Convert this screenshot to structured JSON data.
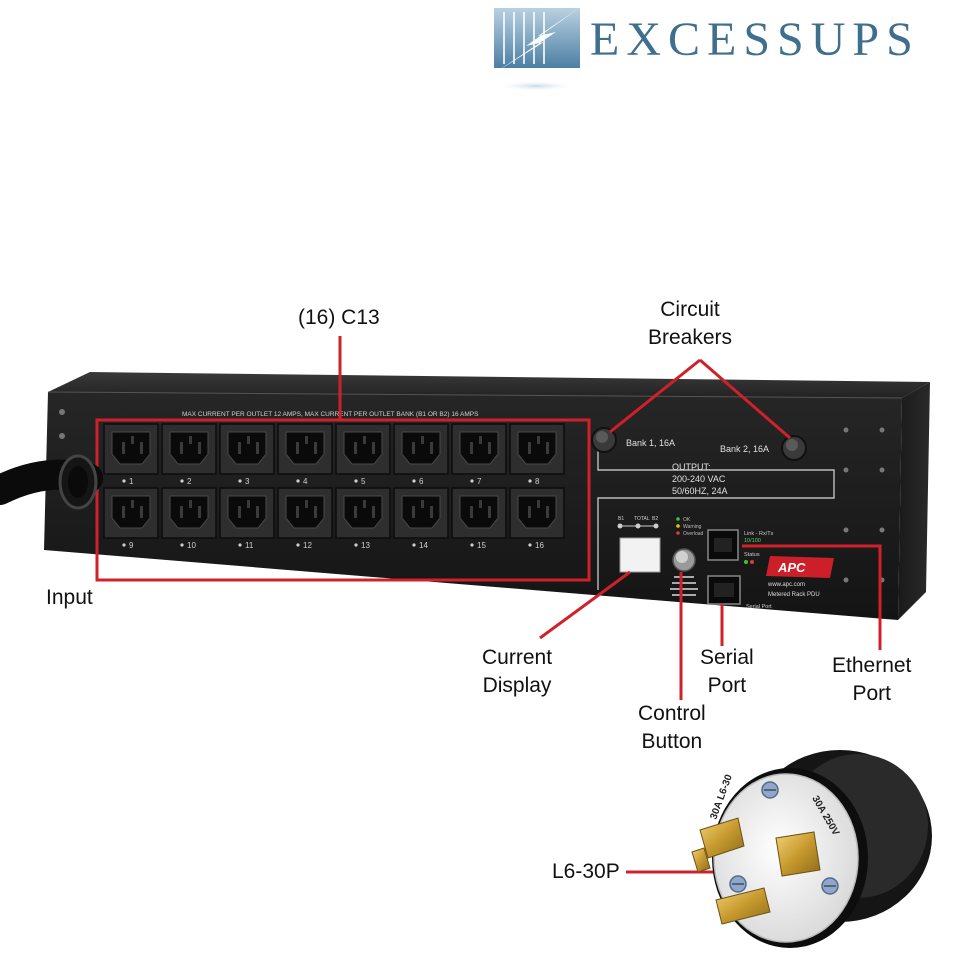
{
  "brand": {
    "name": "EXCESSUPS",
    "colors": {
      "primary": "#3f6f8f",
      "light": "#8fb2c9"
    }
  },
  "device": {
    "warning_label": "MAX CURRENT PER OUTLET 12 AMPS, MAX CURRENT PER OUTLET BANK (B1 OR B2) 16 AMPS",
    "bank1_label": "Bank 1, 16A",
    "bank2_label": "Bank 2, 16A",
    "output_lines": [
      "OUTPUT:",
      "200-240 VAC",
      "50/60HZ, 24A"
    ],
    "brand_mark": "APC",
    "url": "www.apc.com",
    "model": "Metered Rack PDU",
    "link_label": "Link - Rx/Tx",
    "speed_label": "10/100",
    "status_label": "Status",
    "serial_label": "Serial Port",
    "display_selector": [
      "B1",
      "TOTAL",
      "B2"
    ],
    "legend": [
      "OK",
      "Warning",
      "Overload"
    ],
    "outlet_numbers": [
      "1",
      "2",
      "3",
      "4",
      "5",
      "6",
      "7",
      "8",
      "9",
      "10",
      "11",
      "12",
      "13",
      "14",
      "15",
      "16"
    ]
  },
  "plug": {
    "rating_left": "30A L6-30",
    "rating_right": "30A 250V"
  },
  "callouts": {
    "outlets": "(16) C13",
    "breakers": "Circuit\nBreakers",
    "input": "Input",
    "current_display": "Current\nDisplay",
    "control_button": "Control\nButton",
    "serial_port": "Serial\nPort",
    "ethernet_port": "Ethernet\nPort",
    "plug": "L6-30P"
  },
  "colors": {
    "callout_line": "#d0202a",
    "device_body": "#1c1c1c"
  }
}
